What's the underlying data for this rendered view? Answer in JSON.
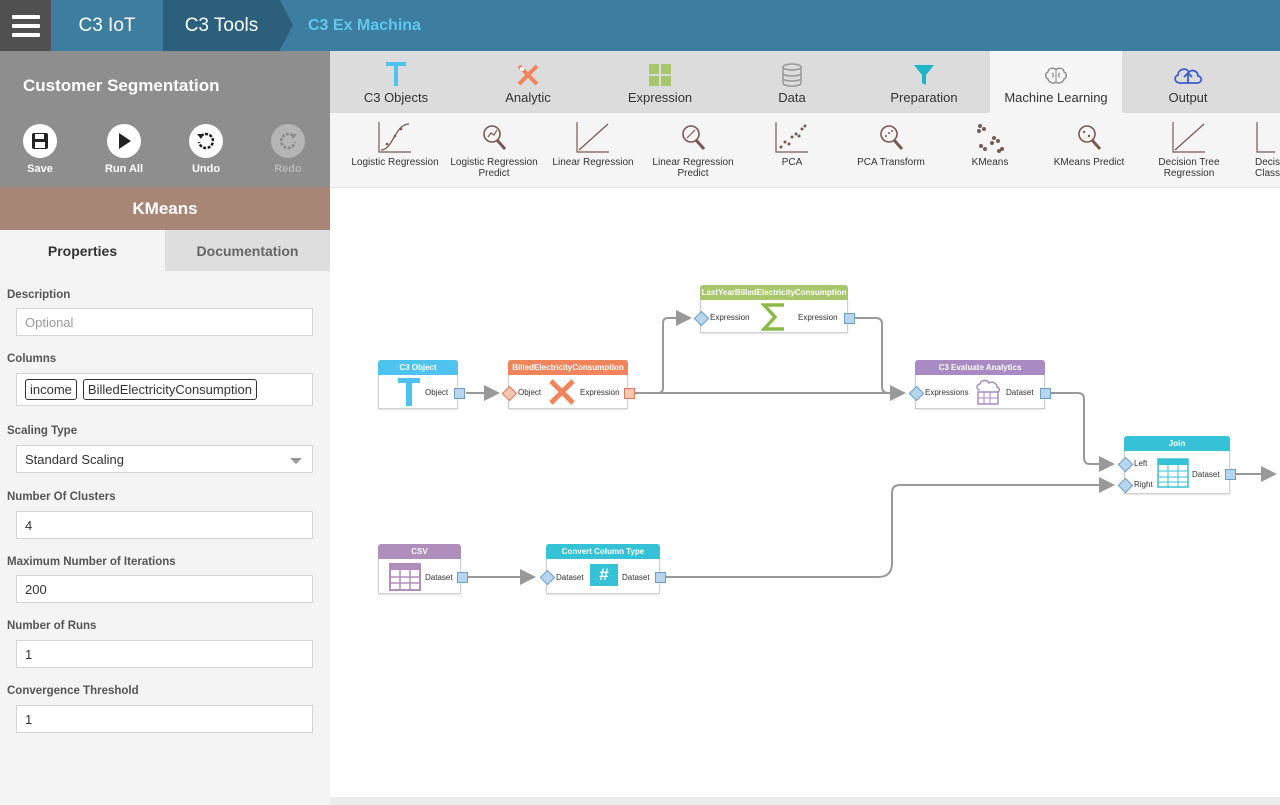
{
  "header": {
    "logo_text": "C3 IoT",
    "section": "C3 Tools",
    "breadcrumb": "C3 Ex Machina"
  },
  "project": {
    "title": "Customer Segmentation"
  },
  "toolbar": {
    "save": "Save",
    "run_all": "Run All",
    "undo": "Undo",
    "redo": "Redo"
  },
  "selected_node": {
    "title": "KMeans"
  },
  "panel_tabs": {
    "properties": "Properties",
    "documentation": "Documentation"
  },
  "properties": {
    "description_label": "Description",
    "description_placeholder": "Optional",
    "columns_label": "Columns",
    "columns": [
      "income",
      "BilledElectricityConsumption"
    ],
    "scaling_type_label": "Scaling Type",
    "scaling_type_value": "Standard Scaling",
    "clusters_label": "Number Of Clusters",
    "clusters_value": "4",
    "max_iter_label": "Maximum Number of Iterations",
    "max_iter_value": "200",
    "runs_label": "Number of Runs",
    "runs_value": "1",
    "convergence_label": "Convergence Threshold",
    "convergence_value": "1"
  },
  "categories": [
    {
      "label": "C3 Objects",
      "icon": "text-t-icon"
    },
    {
      "label": "Analytic",
      "icon": "analytic-icon"
    },
    {
      "label": "Expression",
      "icon": "expression-grid-icon"
    },
    {
      "label": "Data",
      "icon": "database-icon"
    },
    {
      "label": "Preparation",
      "icon": "funnel-icon"
    },
    {
      "label": "Machine Learning",
      "icon": "brain-icon",
      "active": true
    },
    {
      "label": "Output",
      "icon": "cloud-upload-icon"
    }
  ],
  "palette": {
    "i0": "Logistic Regression",
    "i1a": "Logistic Regression",
    "i1b": "Predict",
    "i2": "Linear Regression",
    "i3a": "Linear Regression",
    "i3b": "Predict",
    "i4": "PCA",
    "i5": "PCA Transform",
    "i6": "KMeans",
    "i7": "KMeans Predict",
    "i8a": "Decision Tree",
    "i8b": "Regression",
    "i9a": "Decis",
    "i9b": "Class"
  },
  "nodes": {
    "c3object": {
      "title": "C3 Object",
      "out": "Object"
    },
    "billed": {
      "title": "BilledElectricityConsumption",
      "in": "Object",
      "out": "Expression"
    },
    "lastyear": {
      "title": "LastYearBilledElectricityConsumption",
      "in": "Expression",
      "out": "Expression"
    },
    "evaluate": {
      "title": "C3 Evaluate Analytics",
      "in": "Expressions",
      "out": "Dataset"
    },
    "join": {
      "title": "Join",
      "in_left": "Left",
      "in_right": "Right",
      "out": "Dataset"
    },
    "csv": {
      "title": "CSV",
      "out": "Dataset"
    },
    "convert": {
      "title": "Convert Column Type",
      "in": "Dataset",
      "out": "Dataset"
    }
  },
  "colors": {
    "header_blue": "#3d7ea0",
    "header_dark": "#2c5f7c",
    "breadcrumb": "#5ec8f0",
    "node_title_bar": "#a88676",
    "c3object_node": "#4ec3ef",
    "analytic_node": "#f0855c",
    "expression_node": "#a8c66c",
    "evaluate_node": "#a98ac3",
    "join_node": "#35c2d6",
    "csv_node": "#b08ebc",
    "convert_node": "#35c2d6",
    "connector": "#999999"
  }
}
